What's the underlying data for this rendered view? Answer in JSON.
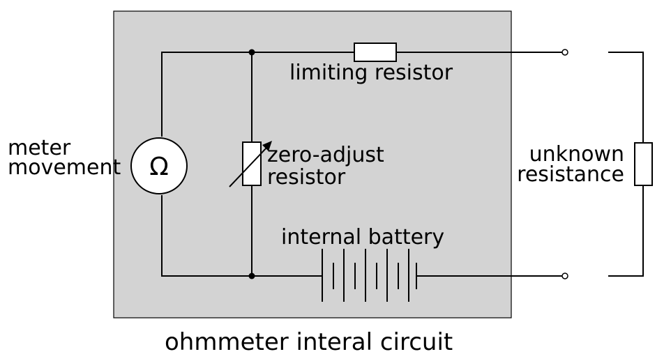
{
  "labels": {
    "limiting_resistor": "limiting resistor",
    "meter_movement_line1": "meter",
    "meter_movement_line2": "movement",
    "meter_symbol": "Ω",
    "zero_adjust_line1": "zero-adjust",
    "zero_adjust_line2": "resistor",
    "unknown_line1": "unknown",
    "unknown_line2": "resistance",
    "internal_battery": "internal battery"
  },
  "caption": "ohmmeter interal circuit",
  "colors": {
    "enclosure_fill": "#d3d3d3",
    "wire": "#000000",
    "background": "#ffffff"
  }
}
